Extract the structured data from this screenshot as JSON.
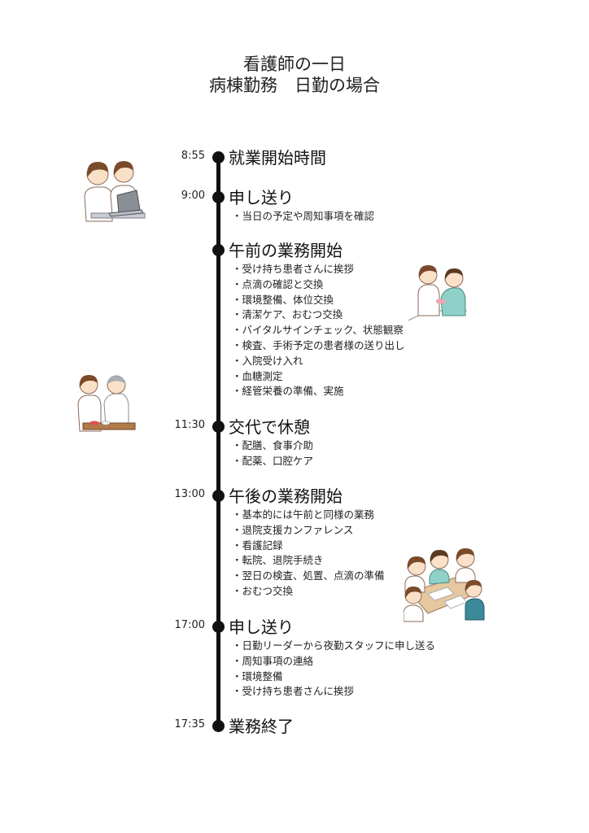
{
  "title": {
    "line1": "看護師の一日",
    "line2": "病棟勤務　日勤の場合"
  },
  "events": [
    {
      "time": "8:55",
      "heading": "就業開始時間",
      "items": []
    },
    {
      "time": "9:00",
      "heading": "申し送り",
      "items": [
        "・当日の予定や周知事項を確認"
      ]
    },
    {
      "time": "",
      "heading": "午前の業務開始",
      "items": [
        "・受け持ち患者さんに挨拶",
        "・点滴の確認と交換",
        "・環境整備、体位交換",
        "・清潔ケア、おむつ交換",
        "・バイタルサインチェック、状態観察",
        "・検査、手術予定の患者様の送り出し",
        "・入院受け入れ",
        "・血糖測定",
        "・経管栄養の準備、実施"
      ]
    },
    {
      "time": "11:30",
      "heading": "交代で休憩",
      "items": [
        "・配膳、食事介助",
        "・配薬、口腔ケア"
      ]
    },
    {
      "time": "13:00",
      "heading": "午後の業務開始",
      "items": [
        "・基本的には午前と同様の業務",
        "・退院支援カンファレンス",
        "・看護記録",
        "・転院、退院手続き",
        "・翌日の検査、処置、点滴の準備",
        "・おむつ交換"
      ]
    },
    {
      "time": "17:00",
      "heading": "申し送り",
      "items": [
        "・日勤リーダーから夜勤スタッフに申し送る",
        "・周知事項の連絡",
        "・環境整備",
        "・受け持ち患者さんに挨拶"
      ]
    },
    {
      "time": "17:35",
      "heading": "業務終了",
      "items": []
    }
  ],
  "colors": {
    "line": "#111111",
    "uniform": "#ffffff",
    "hair": "#7a4a2a",
    "skin": "#fbe0c8",
    "patient_gown": "#8fd0c8"
  },
  "illustrations": [
    "nurses-laptop-illustration",
    "nurse-iv-patient-illustration",
    "nurse-meal-assist-illustration",
    "conference-illustration"
  ]
}
